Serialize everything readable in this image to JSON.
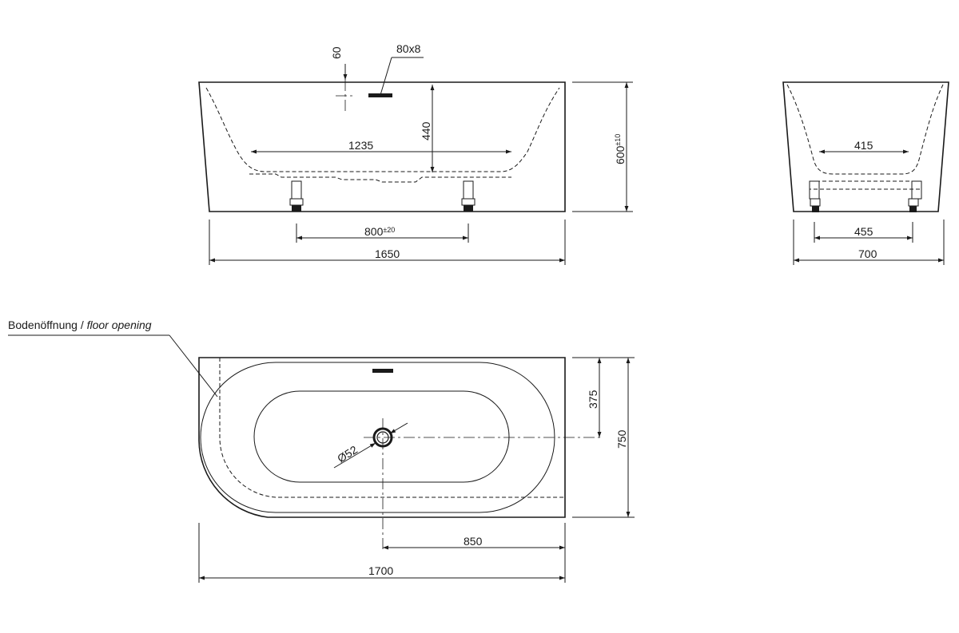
{
  "side_view": {
    "overflow_height": "60",
    "overflow_size": "80x8",
    "inner_length": "1235",
    "inner_depth": "440",
    "total_height": "600",
    "total_height_tolerance": "±10",
    "feet_spacing": "800",
    "feet_spacing_tolerance": "±20",
    "length": "1650"
  },
  "end_view": {
    "inner_width": "415",
    "feet_spacing": "455",
    "width": "700"
  },
  "plan_view": {
    "floor_opening_label": "Bodenöffnung / ",
    "floor_opening_label_en": "floor opening",
    "drain_diameter": "Ø52",
    "drain_offset_y": "375",
    "width": "750",
    "drain_offset_x": "850",
    "length": "1700"
  },
  "colors": {
    "line": "#1a1a1a",
    "background": "#ffffff"
  }
}
